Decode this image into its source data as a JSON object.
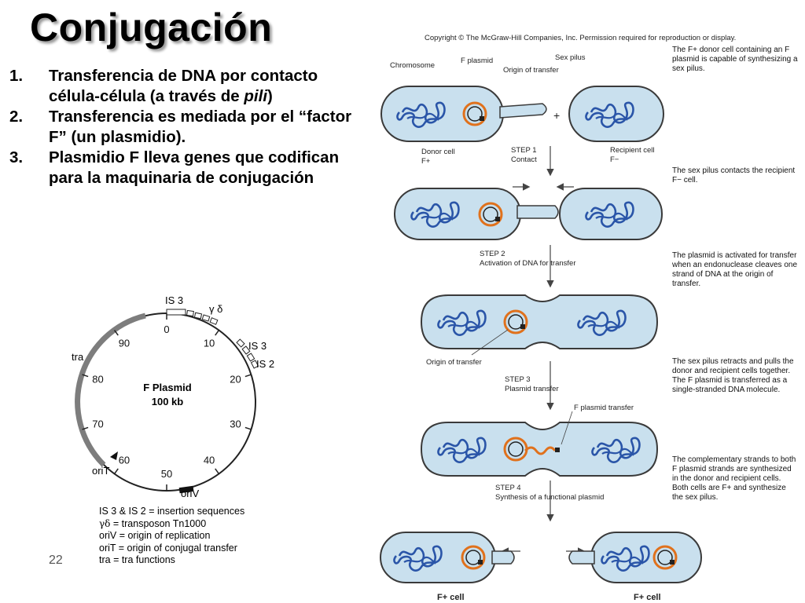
{
  "title": "Conjugación",
  "bullets": [
    {
      "num": "1.",
      "pre": "Transferencia de DNA por contacto célula-célula (a través de ",
      "em": "pili",
      "post": ")"
    },
    {
      "num": "2.",
      "pre": "Transferencia es mediada por el “factor F” (un plasmidio).",
      "em": "",
      "post": ""
    },
    {
      "num": "3.",
      "pre": "Plasmidio F lleva genes que codifican para la maquinaria de conjugación",
      "em": "",
      "post": ""
    }
  ],
  "plasmid_map": {
    "name": "F Plasmid",
    "size": "100 kb",
    "ticks": [
      "0",
      "10",
      "20",
      "30",
      "40",
      "50",
      "60",
      "70",
      "80",
      "90"
    ],
    "labels": {
      "is3_top": "IS 3",
      "gd": "γ δ",
      "is3_right": "IS 3",
      "is2": "IS 2",
      "tra": "tra",
      "oriT": "oriT",
      "oriV": "oriV"
    }
  },
  "legend": [
    {
      "key": "IS 3 & IS 2",
      "text": " = insertion sequences"
    },
    {
      "key": "γδ",
      "text": " = transposon Tn1000"
    },
    {
      "key": "oriV",
      "text": " = origin of replication"
    },
    {
      "key": "oriT",
      "text": " = origin of conjugal transfer"
    },
    {
      "key": "tra",
      "text": " = tra functions"
    }
  ],
  "slide_number": "22",
  "figure": {
    "copyright": "Copyright © The McGraw-Hill Companies, Inc. Permission required for reproduction or display.",
    "labels": {
      "chromosome": "Chromosome",
      "f_plasmid": "F plasmid",
      "origin_transfer": "Origin of transfer",
      "sex_pilus": "Sex pilus",
      "donor": "Donor cell",
      "donor_sign": "F+",
      "recipient": "Recipient cell",
      "recipient_sign": "F−",
      "plus": "+",
      "step1": "STEP 1",
      "step1_name": "Contact",
      "step2": "STEP 2",
      "step2_name": "Activation of DNA for transfer",
      "origin_of_transfer": "Origin of transfer",
      "step3": "STEP 3",
      "step3_name": "Plasmid transfer",
      "f_plasmid_transfer": "F plasmid transfer",
      "step4": "STEP 4",
      "step4_name": "Synthesis of a functional plasmid",
      "f_plus_cell_1": "F+ cell",
      "f_plus_cell_2": "F+ cell"
    },
    "descriptions": [
      "The F+ donor cell containing an F plasmid is capable of synthesizing a sex pilus.",
      "The sex pilus contacts the recipient F− cell.",
      "The plasmid is activated for transfer when an endonuclease cleaves one strand of DNA at the origin of transfer.",
      "The sex pilus retracts and pulls the donor and recipient cells together. The F plasmid is transferred as a single-stranded DNA molecule.",
      "The complementary strands to both F plasmid strands are synthesized in the donor and recipient cells. Both cells are F+ and synthesize the sex pilus."
    ]
  },
  "colors": {
    "cell_fill": "#c9e0ee",
    "cell_stroke": "#3a3a3a",
    "dna": "#2a55a8",
    "plasmid": "#e0711c",
    "arrow": "#444444"
  }
}
